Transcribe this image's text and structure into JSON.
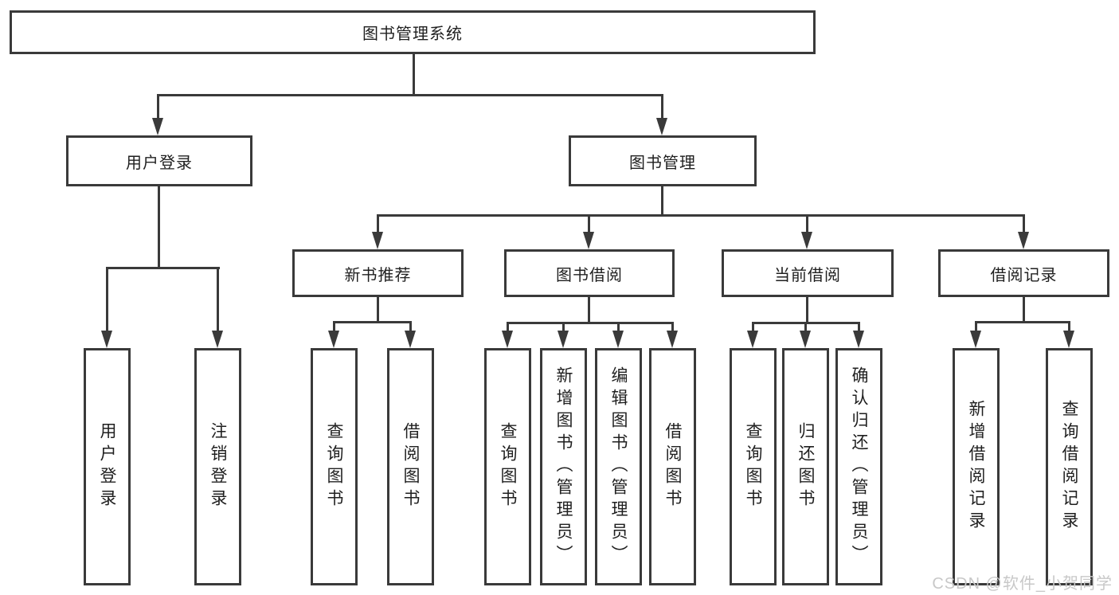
{
  "diagram": {
    "title": "图书管理系统",
    "watermark": "CSDN @软件_小贺同学",
    "colors": {
      "line": "#3a3a3a",
      "text": "#1f1f1f",
      "watermark": "#c8c8c8",
      "background": "#ffffff"
    },
    "root": {
      "label": "图书管理系统",
      "children": [
        {
          "label": "用户登录",
          "children": [
            {
              "label": "用户登录"
            },
            {
              "label": "注销登录"
            }
          ]
        },
        {
          "label": "图书管理",
          "children": [
            {
              "label": "新书推荐",
              "children": [
                {
                  "label": "查询图书"
                },
                {
                  "label": "借阅图书"
                }
              ]
            },
            {
              "label": "图书借阅",
              "children": [
                {
                  "label": "查询图书"
                },
                {
                  "label": "新增图书（管理员）"
                },
                {
                  "label": "编辑图书（管理员）"
                },
                {
                  "label": "借阅图书"
                }
              ]
            },
            {
              "label": "当前借阅",
              "children": [
                {
                  "label": "查询图书"
                },
                {
                  "label": "归还图书"
                },
                {
                  "label": "确认归还（管理员）"
                }
              ]
            },
            {
              "label": "借阅记录",
              "children": [
                {
                  "label": "新增借阅记录"
                },
                {
                  "label": "查询借阅记录"
                }
              ]
            }
          ]
        }
      ]
    }
  }
}
